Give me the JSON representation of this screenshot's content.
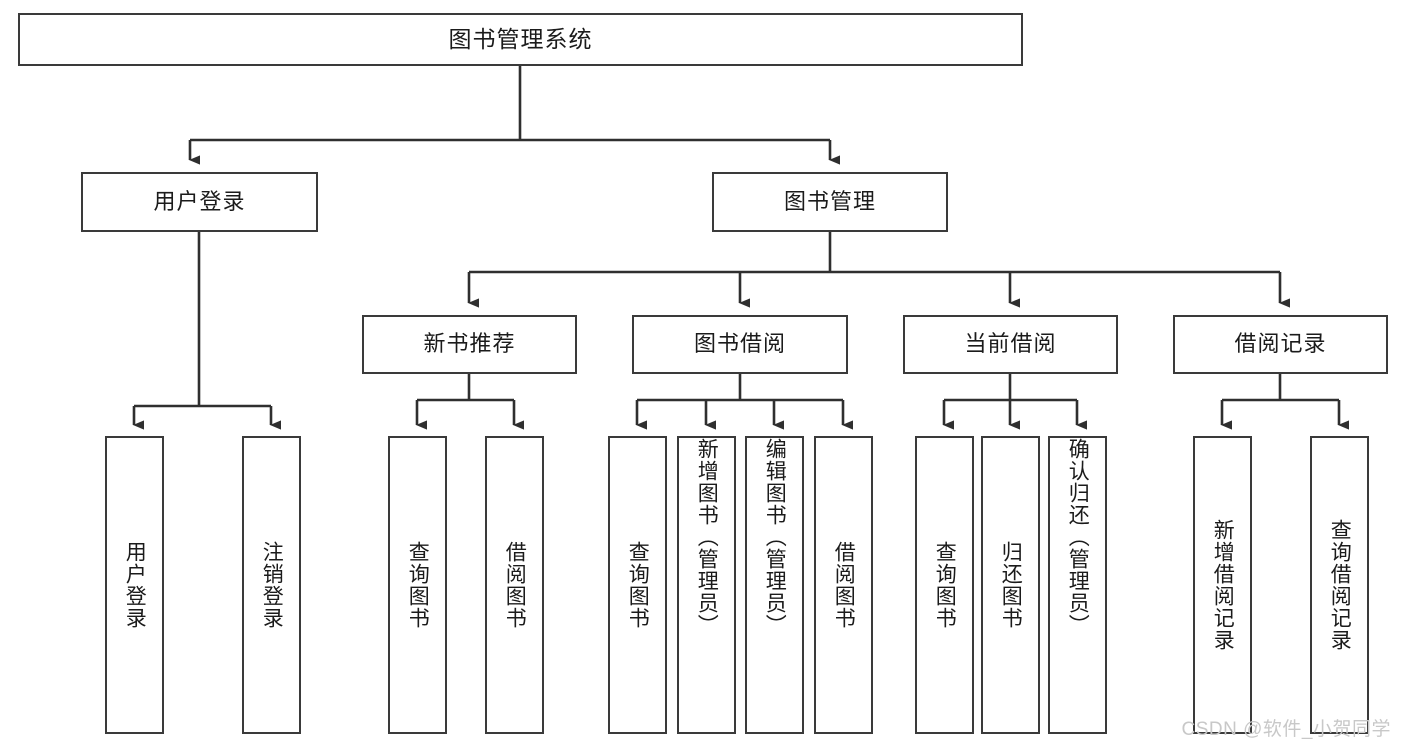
{
  "diagram": {
    "type": "tree-hierarchy",
    "title": "图书管理系统",
    "root": {
      "id": "root",
      "label": "图书管理系统",
      "orientation": "horizontal"
    },
    "level2": [
      {
        "id": "user-login",
        "label": "用户登录",
        "orientation": "horizontal"
      },
      {
        "id": "book-manage",
        "label": "图书管理",
        "orientation": "horizontal"
      }
    ],
    "level3": [
      {
        "id": "new-book-recommend",
        "label": "新书推荐",
        "orientation": "horizontal",
        "parent": "book-manage"
      },
      {
        "id": "book-borrow",
        "label": "图书借阅",
        "orientation": "horizontal",
        "parent": "book-manage"
      },
      {
        "id": "current-borrow",
        "label": "当前借阅",
        "orientation": "horizontal",
        "parent": "book-manage"
      },
      {
        "id": "borrow-record",
        "label": "借阅记录",
        "orientation": "horizontal",
        "parent": "book-manage"
      }
    ],
    "leaves": [
      {
        "id": "leaf-user-login",
        "label": "用户登录",
        "parent": "user-login",
        "orientation": "vertical"
      },
      {
        "id": "leaf-user-logout",
        "label": "注销登录",
        "parent": "user-login",
        "orientation": "vertical"
      },
      {
        "id": "leaf-query-book-1",
        "label": "查询图书",
        "parent": "new-book-recommend",
        "orientation": "vertical"
      },
      {
        "id": "leaf-borrow-book-1",
        "label": "借阅图书",
        "parent": "new-book-recommend",
        "orientation": "vertical"
      },
      {
        "id": "leaf-query-book-2",
        "label": "查询图书",
        "parent": "book-borrow",
        "orientation": "vertical"
      },
      {
        "id": "leaf-add-book",
        "label": "新增图书（管理员）",
        "parent": "book-borrow",
        "orientation": "vertical"
      },
      {
        "id": "leaf-edit-book",
        "label": "编辑图书（管理员）",
        "parent": "book-borrow",
        "orientation": "vertical"
      },
      {
        "id": "leaf-borrow-book-2",
        "label": "借阅图书",
        "parent": "book-borrow",
        "orientation": "vertical"
      },
      {
        "id": "leaf-query-book-3",
        "label": "查询图书",
        "parent": "current-borrow",
        "orientation": "vertical"
      },
      {
        "id": "leaf-return-book",
        "label": "归还图书",
        "parent": "current-borrow",
        "orientation": "vertical"
      },
      {
        "id": "leaf-confirm-return",
        "label": "确认归还（管理员）",
        "parent": "current-borrow",
        "orientation": "vertical"
      },
      {
        "id": "leaf-add-record",
        "label": "新增借阅记录",
        "parent": "borrow-record",
        "orientation": "vertical"
      },
      {
        "id": "leaf-query-record",
        "label": "查询借阅记录",
        "parent": "borrow-record",
        "orientation": "vertical"
      }
    ],
    "colors": {
      "stroke": "#3a3a3a",
      "fill": "#ffffff",
      "text": "#1b1b1b",
      "watermark": "#c8c8c8"
    }
  },
  "watermark": {
    "text": "CSDN @软件_小贺同学"
  }
}
